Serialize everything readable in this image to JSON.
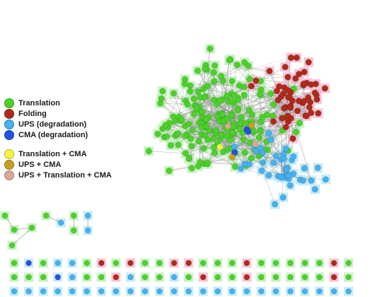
{
  "legend": {
    "items": [
      {
        "label": "Translation",
        "color": "#4cd02a"
      },
      {
        "label": "Folding",
        "color": "#b02a1c"
      },
      {
        "label": "UPS (degradation)",
        "color": "#46b0f0"
      },
      {
        "label": "CMA (degradation)",
        "color": "#2650e0"
      },
      {
        "label": "Translation + CMA",
        "color": "#f4f442"
      },
      {
        "label": "UPS + CMA",
        "color": "#c8a020"
      },
      {
        "label": "UPS + Translation + CMA",
        "color": "#d8a898"
      }
    ]
  },
  "colors": {
    "translation": "#4cd02a",
    "folding": "#b02a1c",
    "ups": "#46b0f0",
    "cma": "#2650e0",
    "translation_cma": "#f4f442",
    "ups_cma": "#c8a020",
    "ups_translation_cma": "#d8a898",
    "halo_green": "#c7f3c3",
    "halo_pink": "#f6c6d8",
    "halo_blue": "#c6ecf8",
    "edge": "#8c8c8c"
  },
  "network": {
    "clusters": [
      {
        "category": "translation",
        "count": 190
      },
      {
        "category": "folding",
        "count": 55
      },
      {
        "category": "ups",
        "count": 45
      }
    ],
    "isolated_rows": [
      [
        "translation",
        "cma",
        "translation",
        "ups",
        "ups",
        "translation",
        "folding",
        "translation",
        "folding",
        "translation",
        "translation",
        "folding",
        "folding",
        "translation",
        "translation",
        "translation",
        "folding",
        "translation",
        "translation",
        "translation",
        "translation",
        "translation",
        "folding",
        "translation"
      ],
      [
        "translation",
        "translation",
        "translation",
        "cma",
        "ups",
        "translation",
        "translation",
        "folding",
        "ups",
        "translation",
        "translation",
        "ups",
        "translation",
        "folding",
        "translation",
        "translation",
        "folding",
        "translation",
        "translation",
        "translation",
        "translation",
        "translation",
        "folding",
        "translation"
      ],
      [
        "ups",
        "ups",
        "ups",
        "ups",
        "ups",
        "ups",
        "ups",
        "ups",
        "ups",
        "ups",
        "ups",
        "ups",
        "ups",
        "ups",
        "ups",
        "ups",
        "ups",
        "ups",
        "ups",
        "ups",
        "ups",
        "ups",
        "ups",
        "ups"
      ]
    ]
  }
}
